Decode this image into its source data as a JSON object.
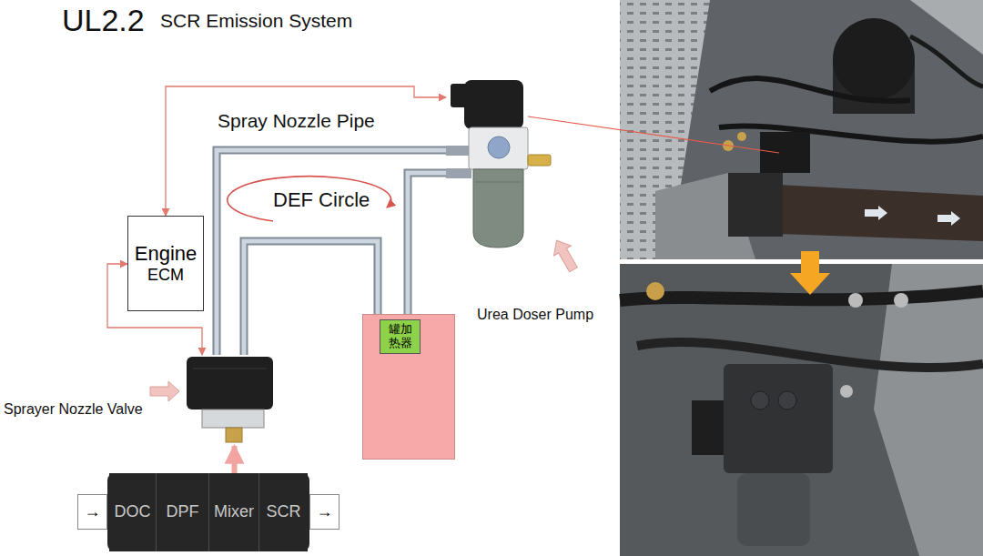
{
  "diagram": {
    "title": "UL2.2",
    "nodes": [
      {
        "text": [
          "Engine",
          "ECM"
        ]
      },
      {
        "text": [
          "Urea Doser Pump"
        ]
      },
      {
        "text": []
      },
      {
        "text": [
          "罐加热器"
        ],
        "in": 2
      },
      {
        "text": [
          "Sprayer Nozzle Valve"
        ]
      },
      {
        "text": [
          "→"
        ]
      },
      {
        "text": [
          "DOC"
        ]
      },
      {
        "text": [
          "DPF"
        ]
      },
      {
        "text": [
          "Mixer"
        ]
      },
      {
        "text": [
          "SCR"
        ]
      },
      {
        "text": [
          "→"
        ]
      }
    ],
    "edges": [
      {
        "from": 0,
        "to": 1,
        "arrow": "both"
      },
      {
        "from": 0,
        "to": 4,
        "arrow": "both"
      },
      {
        "from": 1,
        "to": 4,
        "arrow": "none"
      },
      {
        "from": 2,
        "to": 1,
        "arrow": "none"
      },
      {
        "from": 2,
        "to": 4,
        "arrow": "none"
      },
      {
        "from": 8,
        "to": 4,
        "arrow": "to"
      }
    ],
    "labels": [
      "SCR Emission System",
      "Spray Nozzle Pipe",
      "DEF Circle"
    ]
  }
}
